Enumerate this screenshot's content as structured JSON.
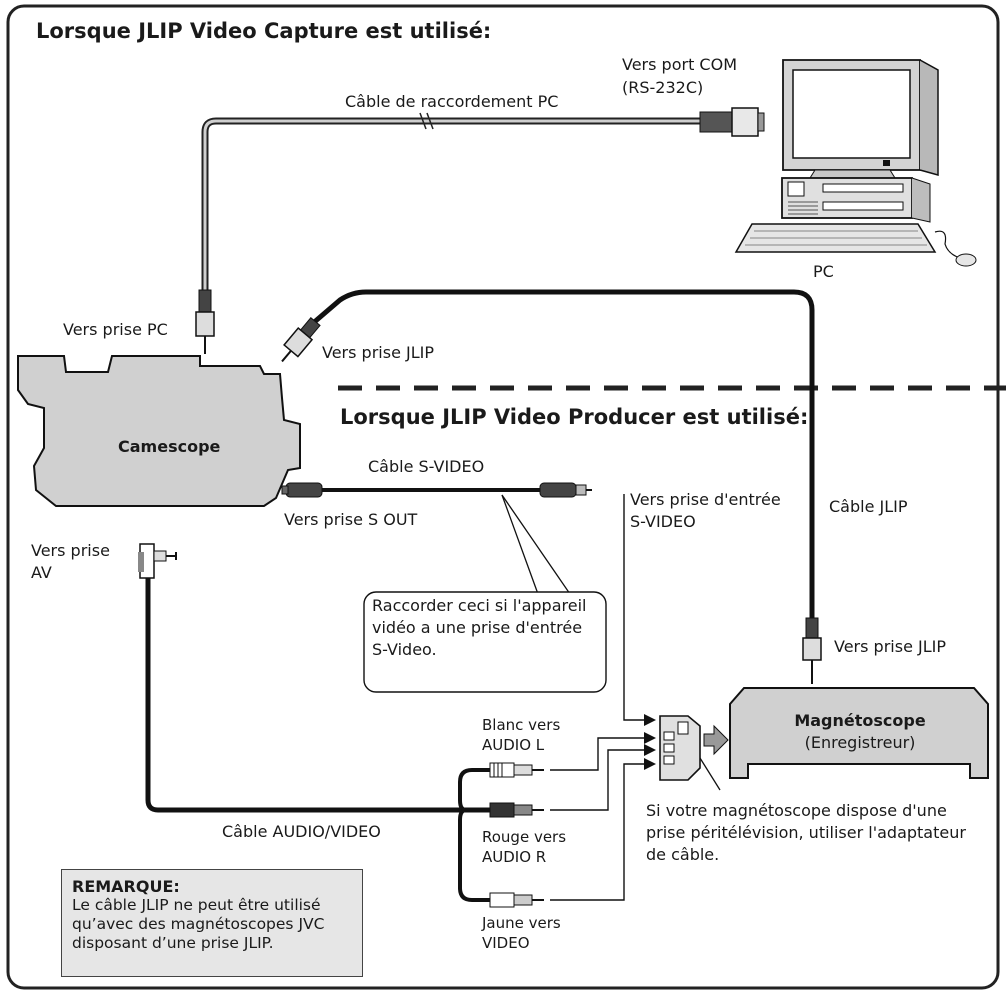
{
  "titles": {
    "capture": "Lorsque JLIP Video Capture est utilisé:",
    "producer": "Lorsque JLIP Video Producer est utilisé:"
  },
  "labels": {
    "com_port": [
      "Vers port COM",
      "(RS-232C)"
    ],
    "pc_cable": "Câble de raccordement PC",
    "pc": "PC",
    "to_pc_jack": "Vers prise PC",
    "to_jlip_jack_cam": "Vers prise JLIP",
    "camcorder": "Camescope",
    "svideo_cable": "Câble S-VIDEO",
    "to_s_out": "Vers prise S OUT",
    "to_svideo_input": [
      "Vers prise d'entrée",
      "S-VIDEO"
    ],
    "jlip_cable": "Câble JLIP",
    "to_av_jack": [
      "Vers prise",
      "AV"
    ],
    "callout": "Raccorder ceci si l'appareil vidéo a une prise d'entrée S-Video.",
    "to_jlip_jack_vcr": "Vers prise JLIP",
    "vcr_title": "Magnétoscope",
    "vcr_sub": "(Enregistreur)",
    "white": [
      "Blanc vers",
      "AUDIO L"
    ],
    "red": [
      "Rouge vers",
      "AUDIO R"
    ],
    "yellow": [
      "Jaune vers",
      "VIDEO"
    ],
    "av_cable": "Câble AUDIO/VIDEO",
    "scart_note": "Si votre magnétoscope dispose d'une prise péritélévision, utiliser l'adaptateur de câble."
  },
  "note": {
    "title": "REMARQUE:",
    "body": "Le câble JLIP ne peut être utilisé qu’avec des magnétoscopes JVC disposant d’une prise JLIP."
  }
}
